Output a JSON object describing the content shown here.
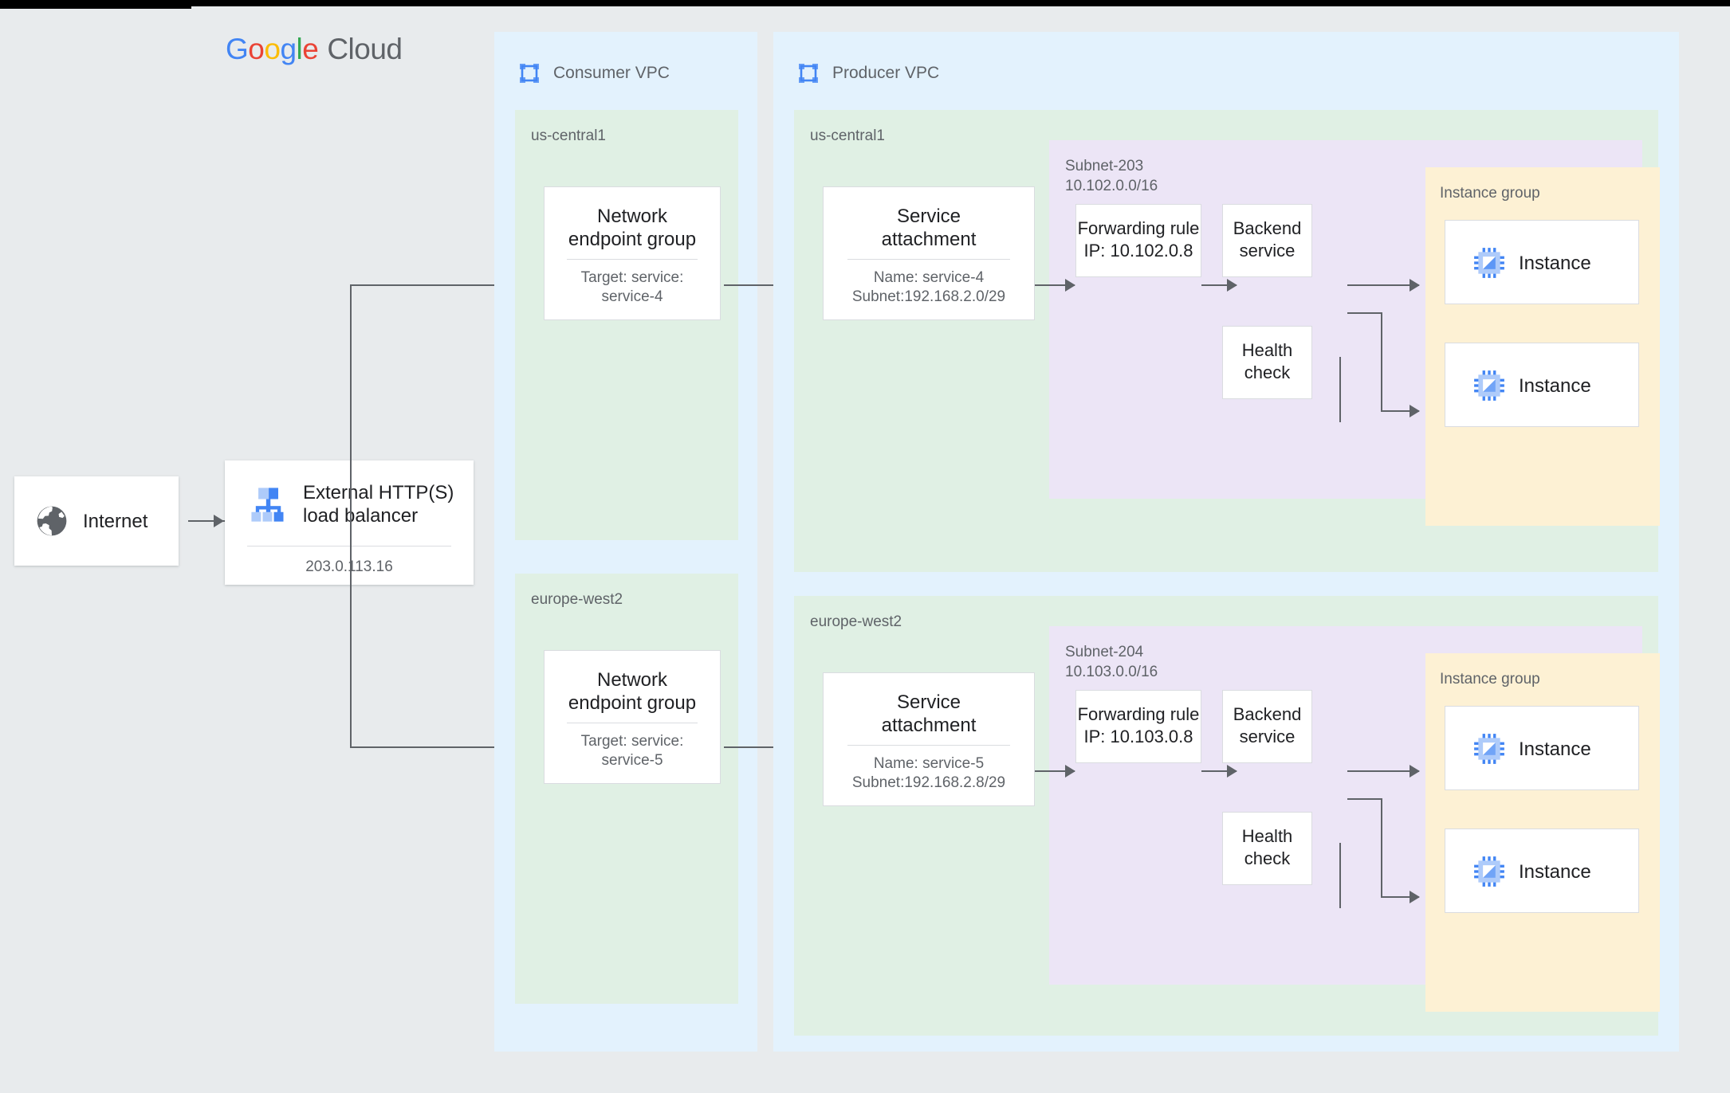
{
  "brand": {
    "google_letters": [
      "G",
      "o",
      "o",
      "g",
      "l",
      "e"
    ],
    "cloud": "Cloud",
    "colors": {
      "blue": "#4285F4",
      "red": "#EA4335",
      "yellow": "#FBBC05",
      "green": "#34A853",
      "grey": "#5F6368"
    }
  },
  "palette": {
    "page_background": "#e8ebed",
    "vpc_fill": "#e3f2fd",
    "region_fill": "#e0f0e4",
    "subnet_fill": "#ece5f6",
    "instance_group_fill": "#fdf1d4",
    "card_fill": "#ffffff",
    "connector": "#5f6368",
    "text_primary": "#202124",
    "text_secondary": "#5f6368"
  },
  "internet": {
    "label": "Internet",
    "icon": "globe-icon"
  },
  "load_balancer": {
    "title": "External HTTP(S)\nload balancer",
    "ip": "203.0.113.16",
    "icon": "load-balancer-icon"
  },
  "consumer_vpc": {
    "title": "Consumer VPC",
    "icon": "vpc-icon",
    "regions": [
      {
        "name": "us-central1",
        "neg": {
          "title": "Network\nendpoint group",
          "sub": "Target: service:\nservice-4"
        }
      },
      {
        "name": "europe-west2",
        "neg": {
          "title": "Network\nendpoint group",
          "sub": "Target: service:\nservice-5"
        }
      }
    ]
  },
  "producer_vpc": {
    "title": "Producer VPC",
    "icon": "vpc-icon",
    "regions": [
      {
        "name": "us-central1",
        "service_attachment": {
          "title": "Service\nattachment",
          "sub": "Name: service-4\nSubnet:192.168.2.0/29"
        },
        "subnet": {
          "name": "Subnet-203",
          "cidr": "10.102.0.0/16",
          "forwarding_rule": "Forwarding rule\nIP: 10.102.0.8",
          "backend_service": "Backend\nservice",
          "health_check": "Health\ncheck",
          "instance_group": {
            "label": "Instance group",
            "instances": [
              {
                "label": "Instance",
                "icon": "cpu-instance-icon"
              },
              {
                "label": "Instance",
                "icon": "cpu-instance-icon"
              }
            ]
          }
        }
      },
      {
        "name": "europe-west2",
        "service_attachment": {
          "title": "Service\nattachment",
          "sub": "Name: service-5\nSubnet:192.168.2.8/29"
        },
        "subnet": {
          "name": "Subnet-204",
          "cidr": "10.103.0.0/16",
          "forwarding_rule": "Forwarding rule\nIP: 10.103.0.8",
          "backend_service": "Backend\nservice",
          "health_check": "Health\ncheck",
          "instance_group": {
            "label": "Instance group",
            "instances": [
              {
                "label": "Instance",
                "icon": "cpu-instance-icon"
              },
              {
                "label": "Instance",
                "icon": "cpu-instance-icon"
              }
            ]
          }
        }
      }
    ]
  }
}
